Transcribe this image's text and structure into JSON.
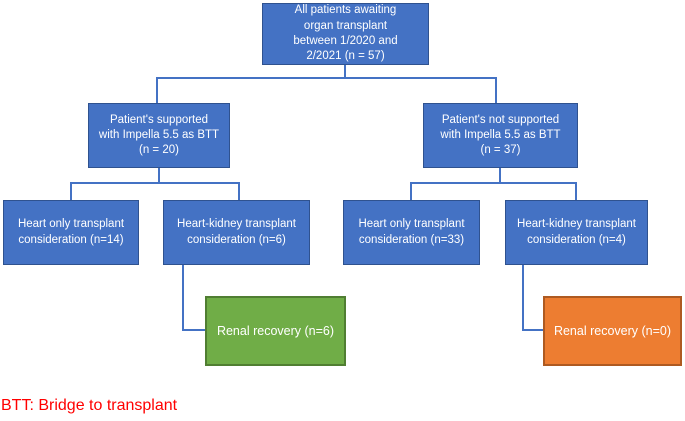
{
  "flowchart": {
    "root": {
      "label": "All patients awaiting\norgan transplant\nbetween 1/2020 and\n2/2021 (n = 57)"
    },
    "level2": [
      {
        "label": "Patient's supported\nwith Impella 5.5 as BTT\n(n = 20)"
      },
      {
        "label": "Patient's not supported\nwith Impella 5.5 as BTT\n(n = 37)"
      }
    ],
    "level3": [
      {
        "label": "Heart only transplant\nconsideration (n=14)"
      },
      {
        "label": "Heart-kidney transplant\nconsideration (n=6)"
      },
      {
        "label": "Heart only transplant\nconsideration (n=33)"
      },
      {
        "label": "Heart-kidney transplant\nconsideration (n=4)"
      }
    ],
    "outcomes": [
      {
        "label": "Renal recovery (n=6)",
        "fill": "#70AD47",
        "border": "#507E32"
      },
      {
        "label": "Renal recovery (n=0)",
        "fill": "#ED7D31",
        "border": "#AE5A21"
      }
    ],
    "footnote": "BTT: Bridge to transplant",
    "colors": {
      "box_fill": "#4472C4",
      "box_border": "#2F528F",
      "connector": "#4472C4",
      "footnote_text": "#FF0000",
      "box_text": "#FFFFFF"
    }
  }
}
